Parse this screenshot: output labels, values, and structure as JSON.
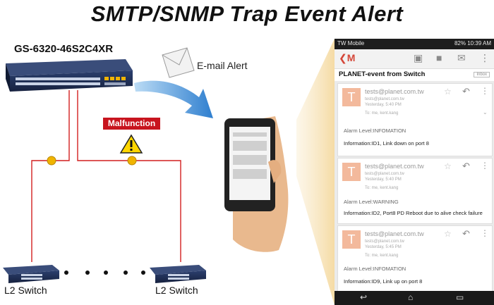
{
  "title": "SMTP/SNMP Trap Event Alert",
  "main_switch": {
    "model": "GS-6320-46S2C4XR"
  },
  "email_alert": {
    "label": "E-mail Alert"
  },
  "malfunction": {
    "label": "Malfunction"
  },
  "l2_switches": [
    {
      "label": "L2 Switch"
    },
    {
      "label": "L2 Switch"
    }
  ],
  "colors": {
    "link": "#d21f1f",
    "malfunction": "#c8141e",
    "arrow": "#3d8fd6",
    "avatar": "#f3b99c",
    "switch_body": "#1f2f55",
    "port_led": "#f0b400"
  },
  "phone_screen": {
    "status_bar": {
      "carrier": "TW Mobile",
      "battery": "82%",
      "time": "10:39 AM"
    },
    "toolbar_icons": [
      "gmail-icon",
      "archive-icon",
      "trash-icon",
      "mail-icon",
      "more-icon"
    ],
    "subject": "PLANET-event from Switch",
    "folder": "Inbox",
    "messages": [
      {
        "avatar": "T",
        "sender": "tests@planet.com.tw",
        "address": "tests@planet.com.tw",
        "time": "Yesterday, 5:40 PM",
        "to": "To: me, kent.kang",
        "alarm_level": "Alarm Level:INFOMATION",
        "information": "Information:ID1, Link down on port 8"
      },
      {
        "avatar": "T",
        "sender": "tests@planet.com.tw",
        "address": "tests@planet.com.tw",
        "time": "Yesterday, 5:40 PM",
        "to": "To: me, kent.kang",
        "alarm_level": "Alarm Level:WARNING",
        "information": "Information:ID2, Port8 PD Reboot due to alive check failure"
      },
      {
        "avatar": "T",
        "sender": "tests@planet.com.tw",
        "address": "tests@planet.com.tw",
        "time": "Yesterday, 5:45 PM",
        "to": "To: me, kent.kang",
        "alarm_level": "Alarm Level:INFOMATION",
        "information": "Information:ID9, Link up on port 8"
      }
    ]
  }
}
